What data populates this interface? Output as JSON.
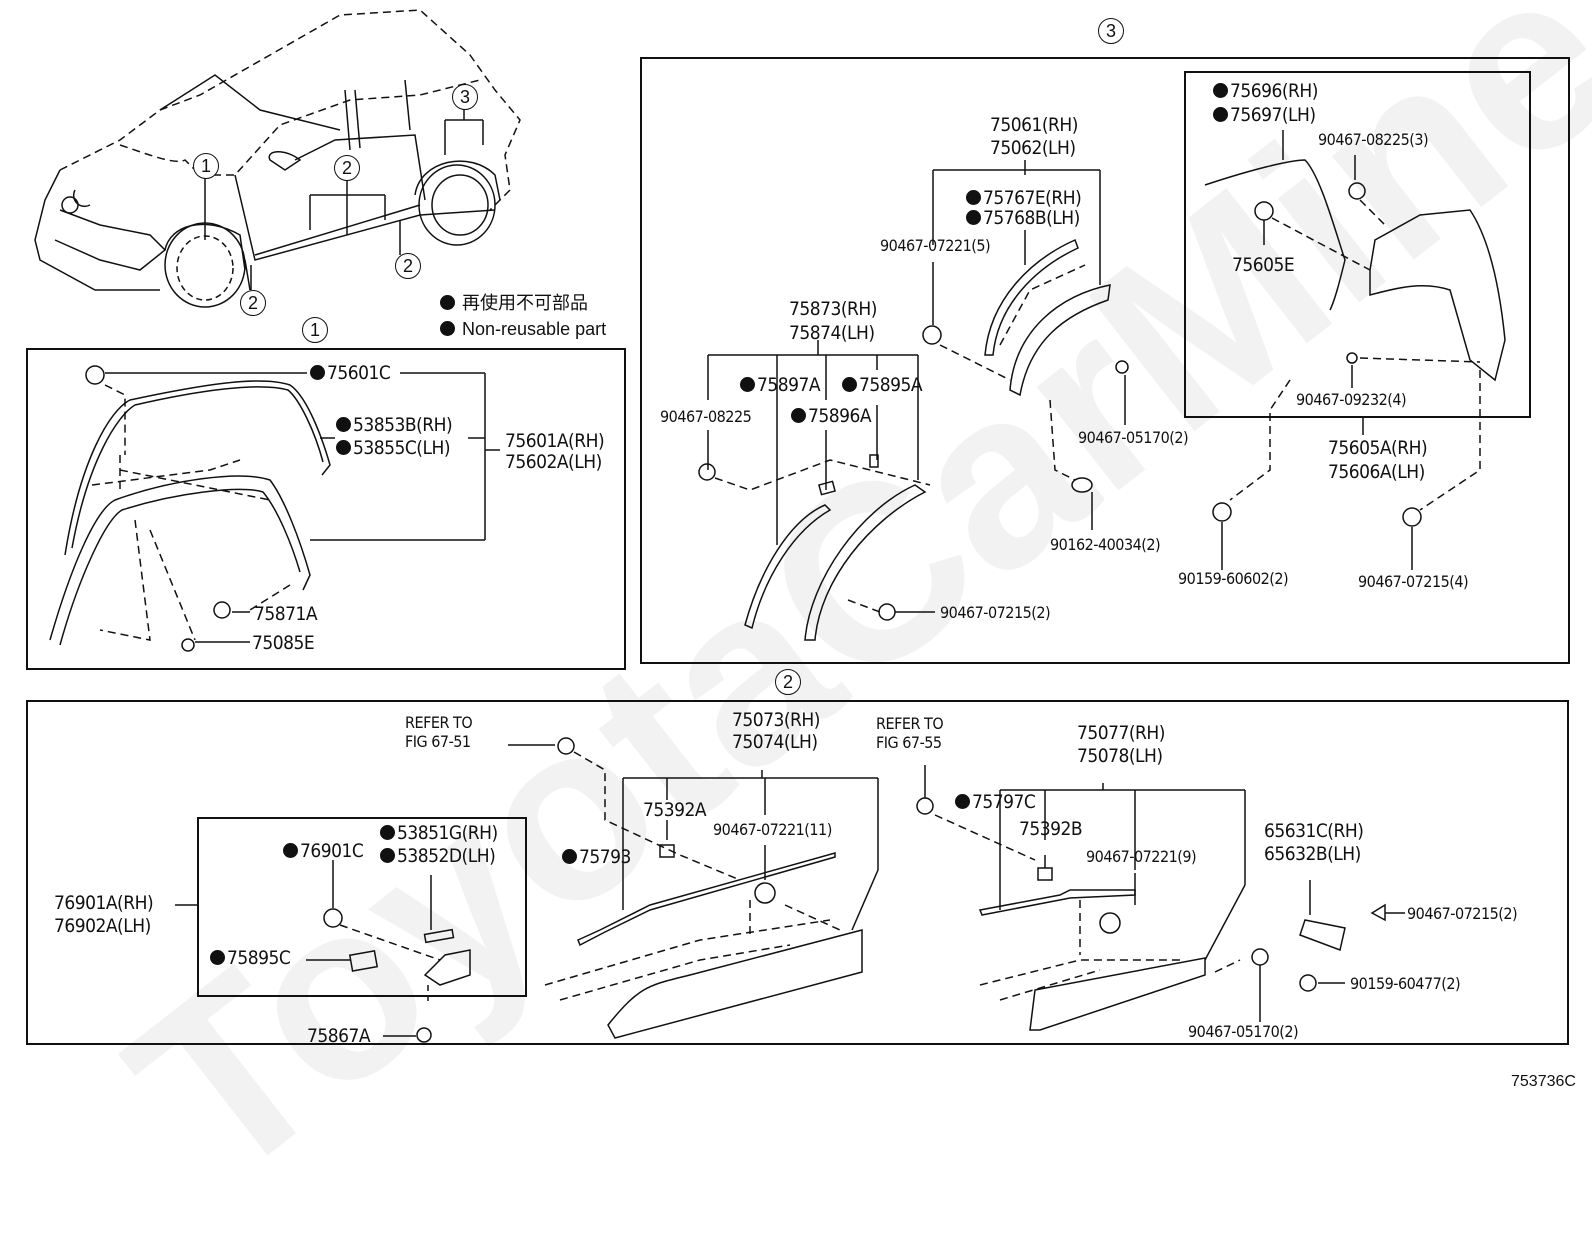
{
  "diagram": {
    "figure_id": "753736C",
    "watermark": "ToyotaCarMine.ru",
    "legend": {
      "icon": "filled-circle",
      "line_jp": "再使用不可部品",
      "line_en": "Non-reusable part"
    },
    "overview": {
      "callouts": [
        "1",
        "2",
        "2",
        "2",
        "3"
      ]
    },
    "section1": {
      "marker": "1",
      "parts": [
        {
          "no": "75601C",
          "non_reusable": true
        },
        {
          "no": "53853B(RH)",
          "non_reusable": true
        },
        {
          "no": "53855C(LH)",
          "non_reusable": true
        },
        {
          "no": "75601A(RH)",
          "non_reusable": false
        },
        {
          "no": "75602A(LH)",
          "non_reusable": false
        },
        {
          "no": "75871A",
          "non_reusable": false
        },
        {
          "no": "75085E",
          "non_reusable": false
        }
      ]
    },
    "section3": {
      "marker": "3",
      "parts": [
        {
          "no": "75061(RH)",
          "non_reusable": false
        },
        {
          "no": "75062(LH)",
          "non_reusable": false
        },
        {
          "no": "75767E(RH)",
          "non_reusable": true
        },
        {
          "no": "75768B(LH)",
          "non_reusable": true
        },
        {
          "no": "90467-07221(5)",
          "non_reusable": false
        },
        {
          "no": "75873(RH)",
          "non_reusable": false
        },
        {
          "no": "75874(LH)",
          "non_reusable": false
        },
        {
          "no": "75897A",
          "non_reusable": true
        },
        {
          "no": "75895A",
          "non_reusable": true
        },
        {
          "no": "90467-08225",
          "non_reusable": false
        },
        {
          "no": "75896A",
          "non_reusable": true
        },
        {
          "no": "90467-05170(2)",
          "non_reusable": false
        },
        {
          "no": "90162-40034(2)",
          "non_reusable": false
        },
        {
          "no": "90467-07215(2)",
          "non_reusable": false
        },
        {
          "no": "75605A(RH)",
          "non_reusable": false
        },
        {
          "no": "75606A(LH)",
          "non_reusable": false
        },
        {
          "no": "90159-60602(2)",
          "non_reusable": false
        },
        {
          "no": "90467-07215(4)",
          "non_reusable": false
        }
      ],
      "inset": {
        "parts": [
          {
            "no": "75696(RH)",
            "non_reusable": true
          },
          {
            "no": "75697(LH)",
            "non_reusable": true
          },
          {
            "no": "90467-08225(3)",
            "non_reusable": false
          },
          {
            "no": "75605E",
            "non_reusable": false
          },
          {
            "no": "90467-09232(4)",
            "non_reusable": false
          }
        ]
      }
    },
    "section2": {
      "marker": "2",
      "refer1": {
        "line1": "REFER TO",
        "line2": "FIG 67-51"
      },
      "refer2": {
        "line1": "REFER TO",
        "line2": "FIG 67-55"
      },
      "parts": [
        {
          "no": "76901A(RH)",
          "non_reusable": false
        },
        {
          "no": "76902A(LH)",
          "non_reusable": false
        },
        {
          "no": "75867A",
          "non_reusable": false
        },
        {
          "no": "75073(RH)",
          "non_reusable": false
        },
        {
          "no": "75074(LH)",
          "non_reusable": false
        },
        {
          "no": "75392A",
          "non_reusable": false
        },
        {
          "no": "90467-07221(11)",
          "non_reusable": false
        },
        {
          "no": "75793",
          "non_reusable": true
        },
        {
          "no": "75077(RH)",
          "non_reusable": false
        },
        {
          "no": "75078(LH)",
          "non_reusable": false
        },
        {
          "no": "75797C",
          "non_reusable": true
        },
        {
          "no": "75392B",
          "non_reusable": false
        },
        {
          "no": "90467-07221(9)",
          "non_reusable": false
        },
        {
          "no": "65631C(RH)",
          "non_reusable": false
        },
        {
          "no": "65632B(LH)",
          "non_reusable": false
        },
        {
          "no": "90467-07215(2)",
          "non_reusable": false
        },
        {
          "no": "90159-60477(2)",
          "non_reusable": false
        },
        {
          "no": "90467-05170(2)",
          "non_reusable": false
        }
      ],
      "inset": {
        "parts": [
          {
            "no": "76901C",
            "non_reusable": true
          },
          {
            "no": "53851G(RH)",
            "non_reusable": true
          },
          {
            "no": "53852D(LH)",
            "non_reusable": true
          },
          {
            "no": "75895C",
            "non_reusable": true
          }
        ]
      }
    }
  }
}
